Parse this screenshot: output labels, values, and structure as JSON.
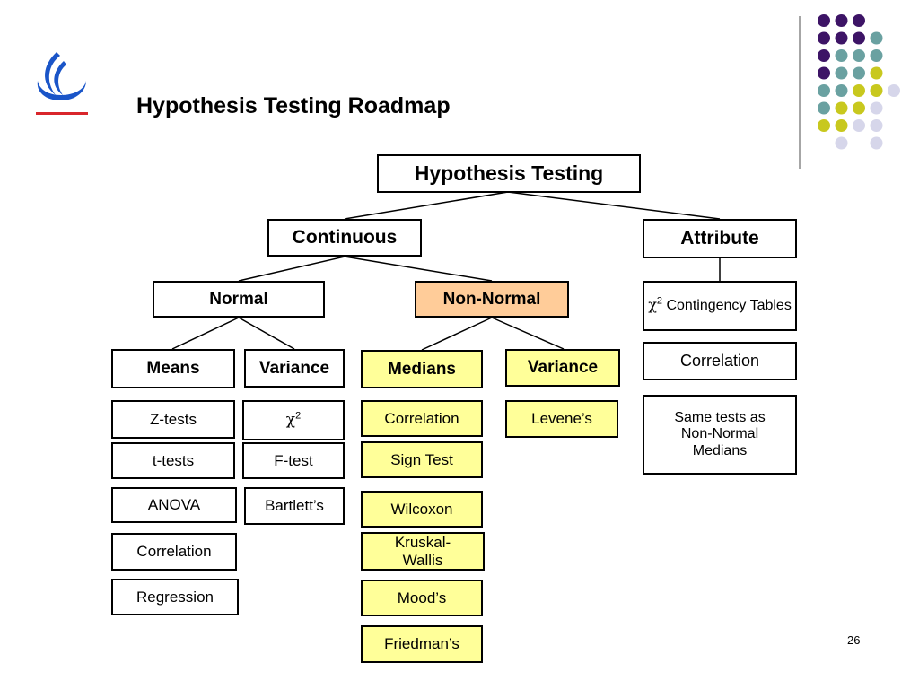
{
  "slide": {
    "title": "Hypothesis Testing Roadmap",
    "page_number": "26"
  },
  "tree": {
    "root": "Hypothesis Testing",
    "continuous": "Continuous",
    "attribute": "Attribute",
    "normal": "Normal",
    "non_normal": "Non-Normal",
    "normal_means": {
      "header": "Means",
      "tests": [
        "Z-tests",
        "t-tests",
        "ANOVA",
        "Correlation",
        "Regression"
      ]
    },
    "normal_variance": {
      "header": "Variance",
      "tests": [
        "χ",
        "F-test",
        "Bartlett’s"
      ],
      "chi_exponent": "2"
    },
    "nonnormal_medians": {
      "header": "Medians",
      "tests": [
        "Correlation",
        "Sign Test",
        "Wilcoxon",
        "Kruskal-Wallis",
        "Mood’s",
        "Friedman’s"
      ]
    },
    "nonnormal_variance": {
      "header": "Variance",
      "tests": [
        "Levene’s"
      ]
    },
    "attribute_items": {
      "contingency": {
        "chi": "χ",
        "exponent": "2",
        "text": " Contingency Tables"
      },
      "correlation": "Correlation",
      "same_tests": "Same tests as Non-Normal Medians"
    }
  },
  "colors": {
    "highlight_yellow": "#ffff99",
    "highlight_orange": "#ffcc99",
    "logo_blue": "#1a55c8",
    "logo_red": "#d9262b",
    "dot_purple": "#3d1466",
    "dot_teal": "#6aa1a1",
    "dot_yellow": "#c8c81e",
    "dot_lavender": "#d6d6ea"
  }
}
